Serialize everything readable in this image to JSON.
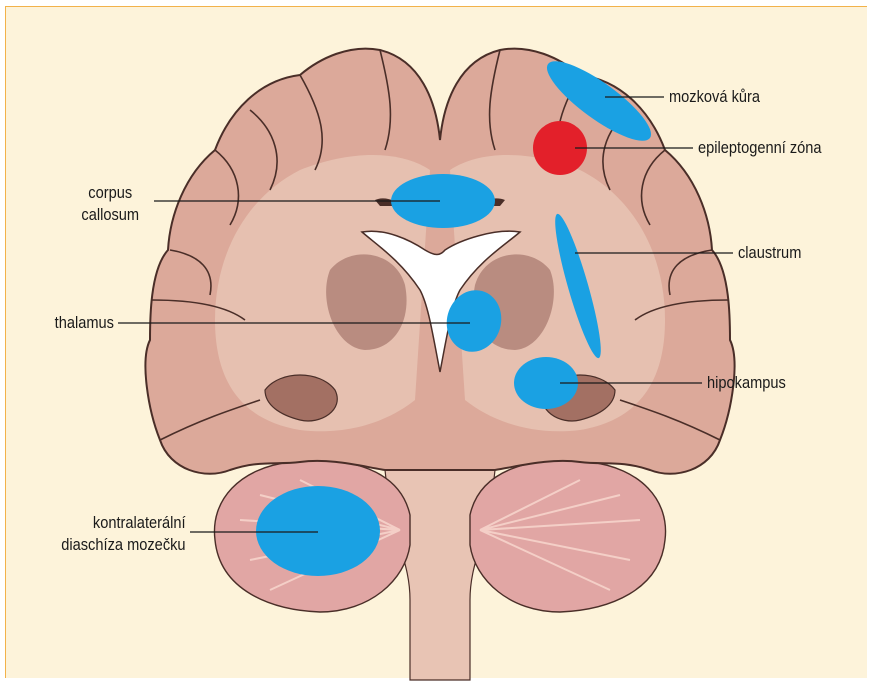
{
  "labels": {
    "mozkova_kura": "mozková kůra",
    "epileptogenni_zona": "epileptogenní zóna",
    "corpus_callosum": "corpus\ncallosum",
    "claustrum": "claustrum",
    "thalamus": "thalamus",
    "hipokampus": "hipokampus",
    "kontralateralni_diaschiza": "kontralaterální\ndiaschíza mozečku"
  },
  "colors": {
    "background": "#fdf3da",
    "border": "#f2b24a",
    "brain_tissue": "#dca99a",
    "brain_outline": "#4a2e28",
    "white_matter": "#e8c4b4",
    "deep_nuclei": "#b98c80",
    "ventricle": "#ffffff",
    "cerebellum": "#e1a6a4",
    "highlight_blue": "#1aa1e3",
    "highlight_red": "#e3202a"
  }
}
